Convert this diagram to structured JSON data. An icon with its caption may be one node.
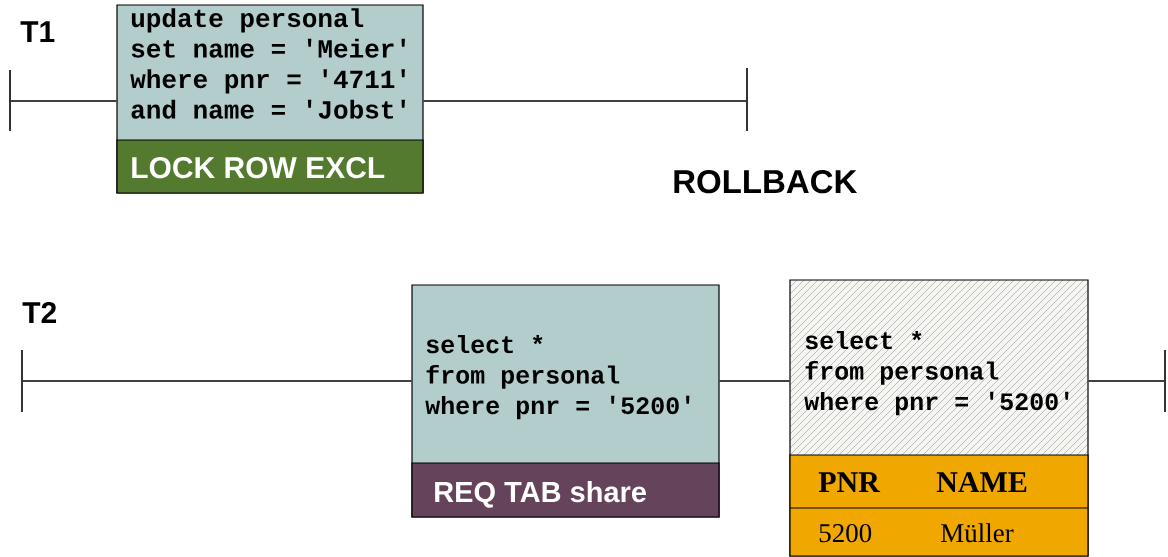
{
  "diagram": {
    "nodes": [
      {
        "text": [],
        "shape": "bar"
      },
      {
        "text": [
          "update personal set name = 'Meier' where pnr = '4711' and name = 'Jobst'",
          "LOCK ROW EXCL"
        ]
      },
      {
        "text": [],
        "shape": "bar"
      },
      {
        "text": [],
        "shape": "bar"
      },
      {
        "text": [
          "select * from personal where pnr = '5200'",
          "REQ TAB share"
        ]
      },
      {
        "text": [
          "select * from personal where pnr = '5200'",
          "PNR",
          "NAME",
          "5200",
          "Müller"
        ]
      },
      {
        "text": [],
        "shape": "bar"
      }
    ],
    "edges": [
      {
        "from": 0,
        "to": 1,
        "arrow": "none"
      },
      {
        "from": 1,
        "to": 2,
        "arrow": "none"
      },
      {
        "from": 3,
        "to": 4,
        "arrow": "none"
      },
      {
        "from": 4,
        "to": 5,
        "arrow": "none"
      },
      {
        "from": 5,
        "to": 6,
        "arrow": "none"
      }
    ],
    "labels": [
      "T1",
      "ROLLBACK",
      "T2"
    ]
  }
}
